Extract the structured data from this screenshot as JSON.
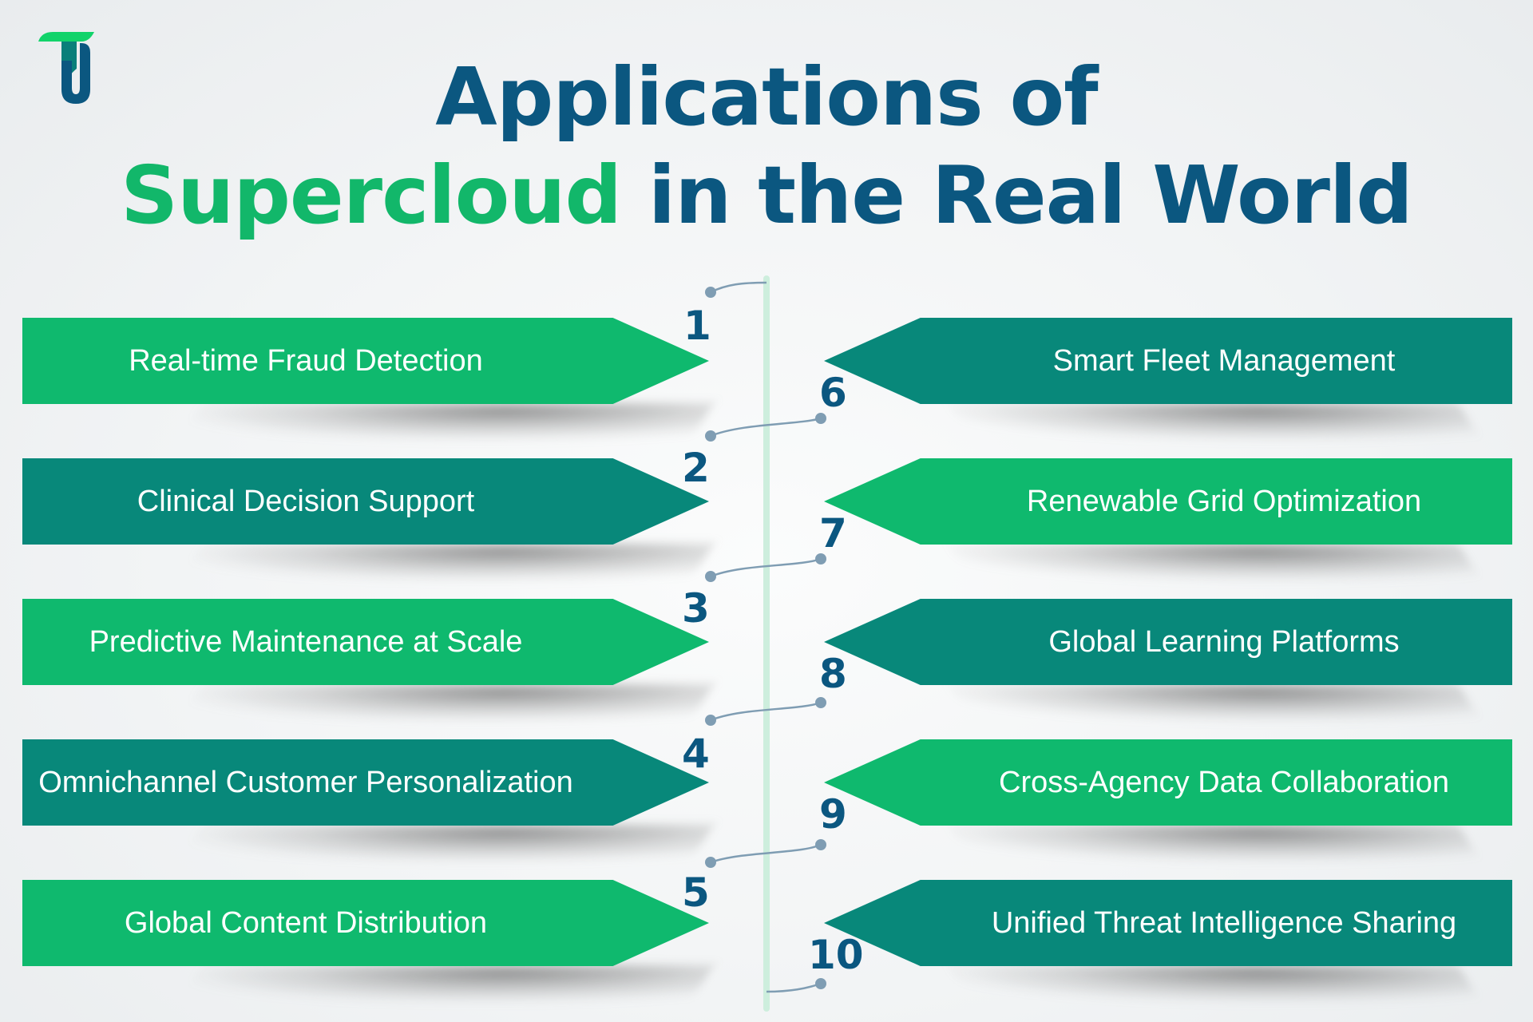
{
  "logo": {
    "name": "TU logo",
    "colors": {
      "top_bar": "#12d36a",
      "stem": "#0a7f7a",
      "u": "#0b5780"
    }
  },
  "title": {
    "line1": "Applications of",
    "line2_highlight": "Supercloud",
    "line2_rest": " in the Real World"
  },
  "colors": {
    "title_dark": "#0b5780",
    "title_green": "#12b76a",
    "banner_green": "#0fb96e",
    "banner_teal": "#08887a",
    "spine": "#cdeedd",
    "connector": "#7f9db3",
    "number": "#0b5780"
  },
  "left_items": [
    {
      "number": "1",
      "label": "Real-time Fraud Detection",
      "color": "green"
    },
    {
      "number": "2",
      "label": "Clinical Decision Support",
      "color": "teal"
    },
    {
      "number": "3",
      "label": "Predictive Maintenance at Scale",
      "color": "green"
    },
    {
      "number": "4",
      "label": "Omnichannel Customer Personalization",
      "color": "teal"
    },
    {
      "number": "5",
      "label": "Global Content Distribution",
      "color": "green"
    }
  ],
  "right_items": [
    {
      "number": "6",
      "label": "Smart Fleet Management",
      "color": "teal"
    },
    {
      "number": "7",
      "label": "Renewable Grid Optimization",
      "color": "green"
    },
    {
      "number": "8",
      "label": "Global Learning Platforms",
      "color": "teal"
    },
    {
      "number": "9",
      "label": "Cross-Agency Data Collaboration",
      "color": "green"
    },
    {
      "number": "10",
      "label": "Unified Threat Intelligence Sharing",
      "color": "teal"
    }
  ]
}
